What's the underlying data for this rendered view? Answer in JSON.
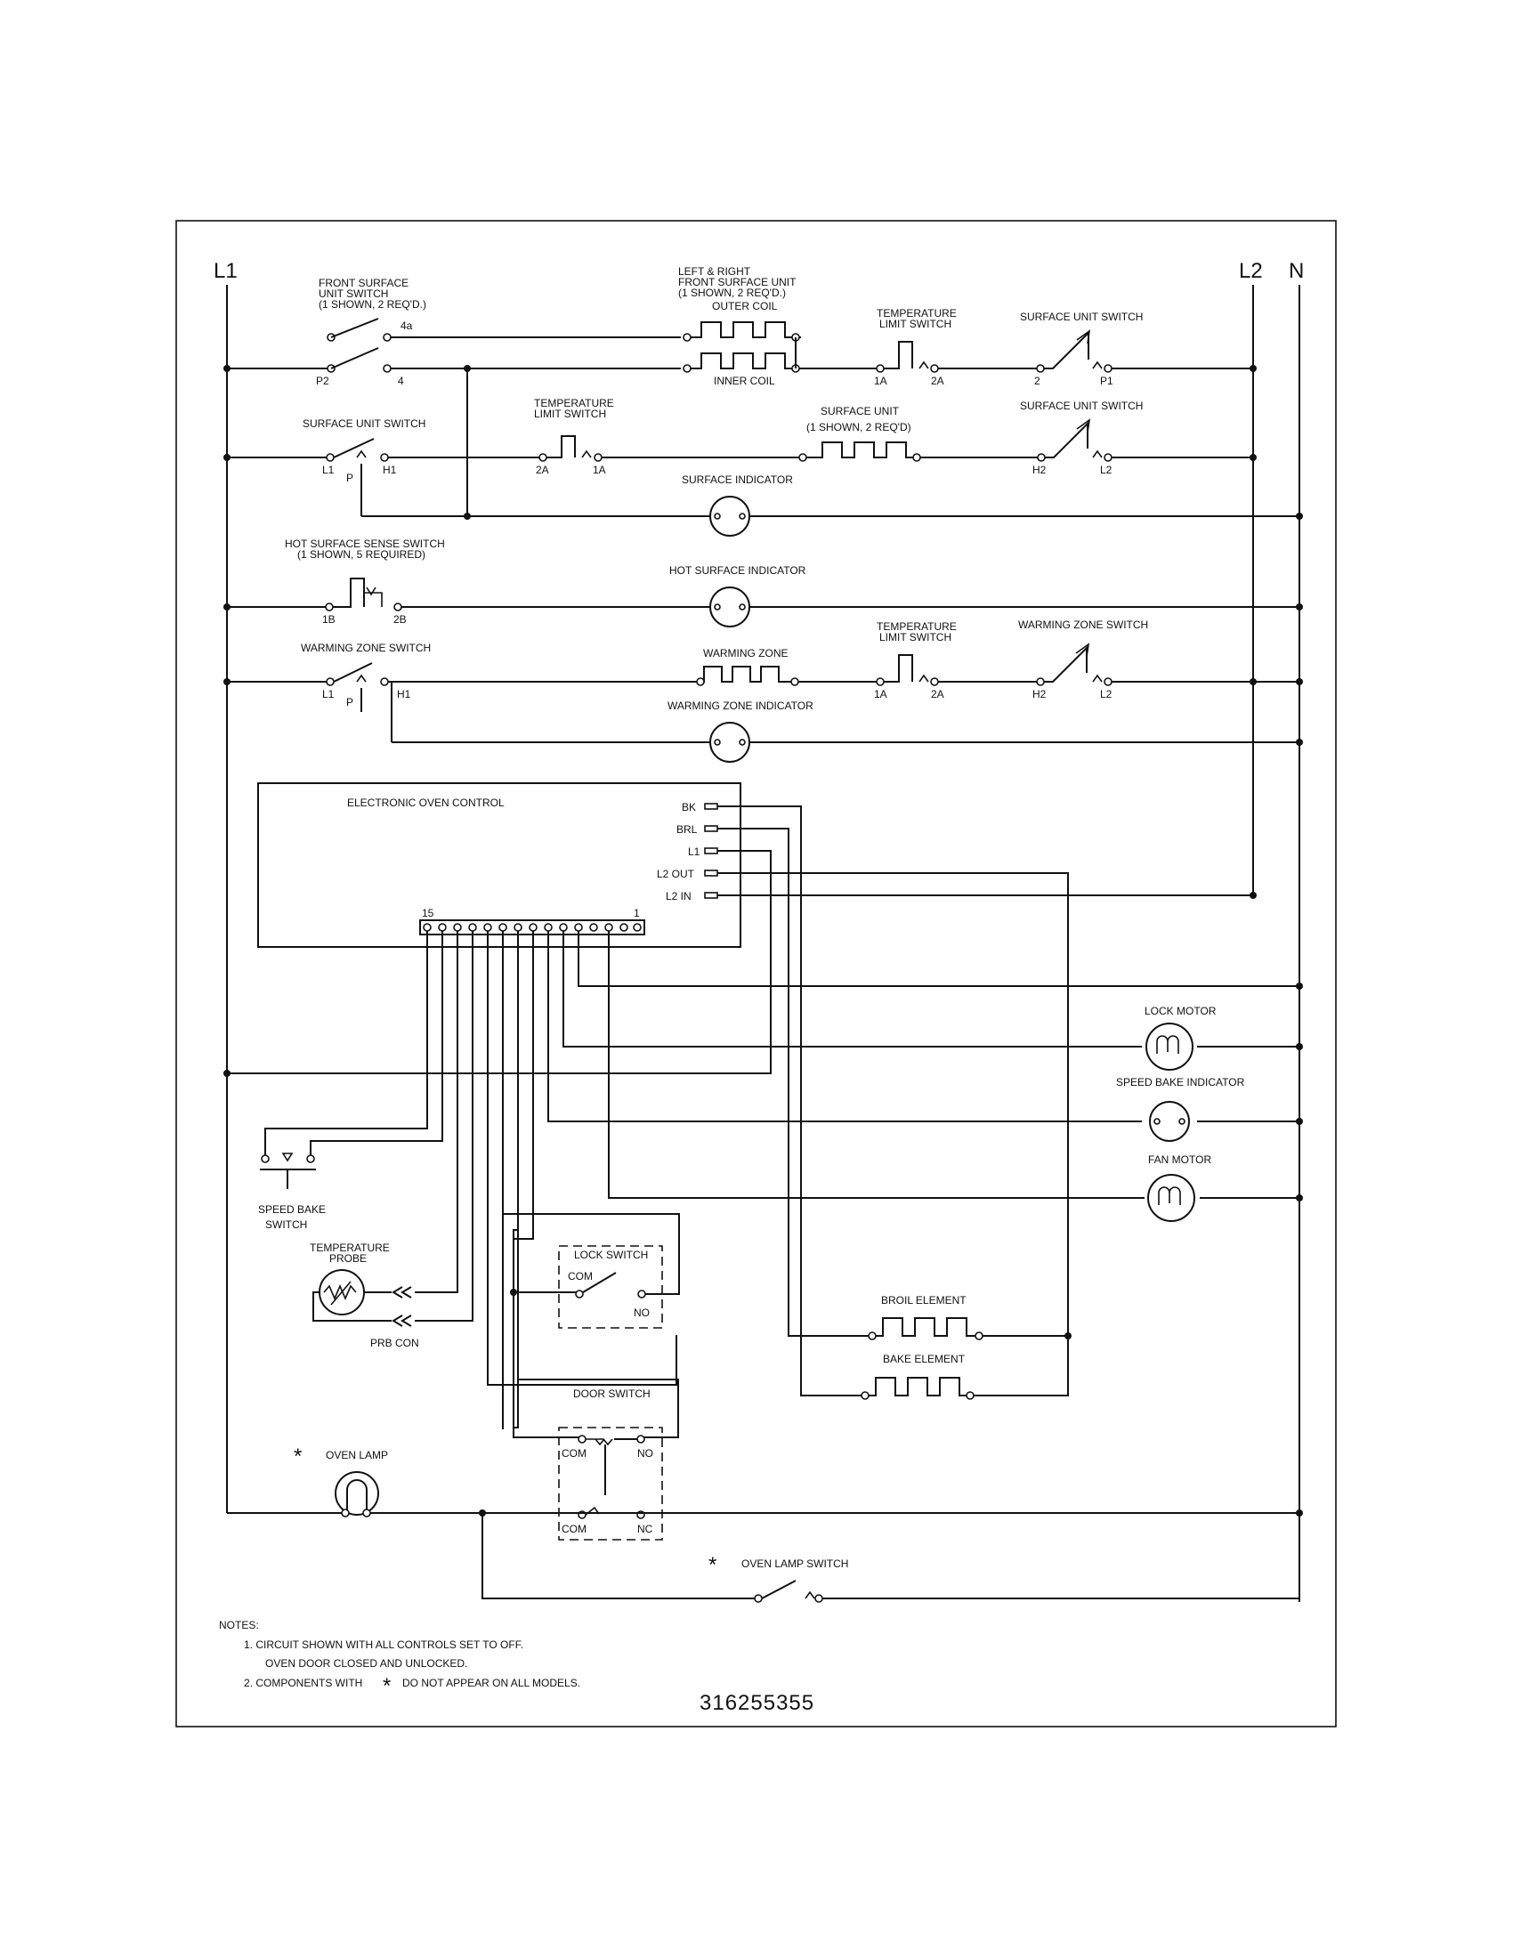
{
  "rails": {
    "l1": "L1",
    "l2": "L2",
    "n": "N"
  },
  "row1": {
    "front_switch": [
      "FRONT SURFACE",
      "UNIT SWITCH",
      "(1 SHOWN, 2 REQ'D.)"
    ],
    "term_4a": "4a",
    "term_p2": "P2",
    "term_4": "4",
    "unit": [
      "LEFT & RIGHT",
      "FRONT SURFACE UNIT",
      "(1 SHOWN, 2 REQ'D.)"
    ],
    "outer_coil": "OUTER COIL",
    "inner_coil": "INNER COIL",
    "temp_limit": [
      "TEMPERATURE",
      "LIMIT SWITCH"
    ],
    "term_1a": "1A",
    "term_2a": "2A",
    "surface_switch": "SURFACE UNIT SWITCH",
    "term_2": "2",
    "term_p1": "P1"
  },
  "row2": {
    "surface_switch": "SURFACE UNIT SWITCH",
    "term_l1": "L1",
    "term_p": "P",
    "term_h1": "H1",
    "temp_limit": [
      "TEMPERATURE",
      "LIMIT SWITCH"
    ],
    "term_2a": "2A",
    "term_1a": "1A",
    "unit": [
      "SURFACE UNIT",
      "(1 SHOWN, 2 REQ'D)"
    ],
    "surface_switch_r": "SURFACE UNIT SWITCH",
    "term_h2": "H2",
    "term_l2": "L2",
    "indicator": "SURFACE INDICATOR"
  },
  "row3": {
    "sense_switch": [
      "HOT SURFACE SENSE SWITCH",
      "(1 SHOWN, 5 REQUIRED)"
    ],
    "term_1b": "1B",
    "term_2b": "2B",
    "indicator": "HOT SURFACE INDICATOR"
  },
  "row4": {
    "switch": "WARMING ZONE SWITCH",
    "term_l1": "L1",
    "term_p": "P",
    "term_h1": "H1",
    "zone": "WARMING ZONE",
    "temp_limit": [
      "TEMPERATURE",
      "LIMIT SWITCH"
    ],
    "term_1a": "1A",
    "term_2a": "2A",
    "switch_r": "WARMING ZONE SWITCH",
    "term_h2": "H2",
    "term_l2": "L2",
    "indicator": "WARMING ZONE INDICATOR"
  },
  "control": {
    "title": "ELECTRONIC OVEN CONTROL",
    "pins": [
      "BK",
      "BRL",
      "L1",
      "L2 OUT",
      "L2 IN"
    ],
    "term_15": "15",
    "term_1": "1"
  },
  "loads": {
    "lock_motor": "LOCK MOTOR",
    "speed_bake_indicator": "SPEED BAKE INDICATOR",
    "fan_motor": "FAN MOTOR",
    "broil": "BROIL ELEMENT",
    "bake": "BAKE ELEMENT"
  },
  "speed_bake_switch": [
    "SPEED BAKE",
    "SWITCH"
  ],
  "probe": {
    "label": [
      "TEMPERATURE",
      "PROBE"
    ],
    "con": "PRB CON"
  },
  "lock_switch": {
    "title": "LOCK SWITCH",
    "com": "COM",
    "no": "NO"
  },
  "door_switch": {
    "title": "DOOR SWITCH",
    "com_top": "COM",
    "no": "NO",
    "com_bot": "COM",
    "nc": "NC"
  },
  "oven_lamp": {
    "star": "*",
    "label": "OVEN LAMP"
  },
  "oven_lamp_switch": {
    "star": "*",
    "label": "OVEN LAMP SWITCH"
  },
  "notes": {
    "heading": "NOTES:",
    "n1a": "1.  CIRCUIT SHOWN WITH ALL CONTROLS SET TO OFF.",
    "n1b": "OVEN DOOR CLOSED AND UNLOCKED.",
    "n2a": "2.  COMPONENTS WITH",
    "n2star": "*",
    "n2b": "DO NOT APPEAR ON ALL MODELS."
  },
  "part_number": "316255355"
}
